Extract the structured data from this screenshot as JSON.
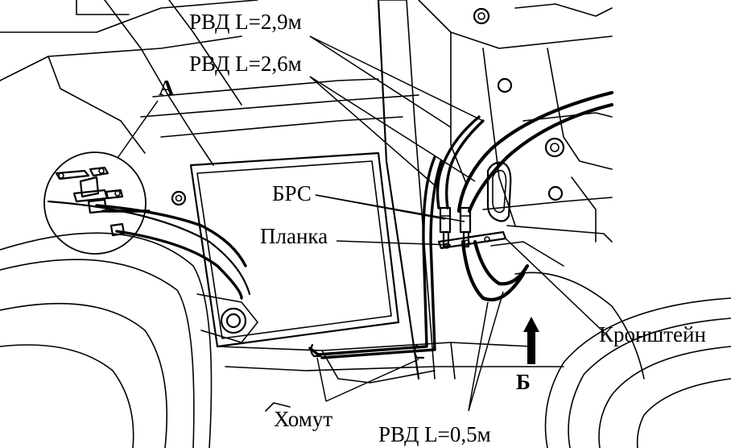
{
  "labels": {
    "hose_2_9": "РВД L=2,9м",
    "hose_2_6": "РВД L=2,6м",
    "detail_a": "А",
    "brs": "БРС",
    "planka": "Планка",
    "kronshtein": "Кронштейн",
    "view_b": "Б",
    "khomut": "Хомут",
    "hose_0_5": "РВД L=0,5м"
  },
  "colors": {
    "line": "#000000",
    "background": "#ffffff"
  }
}
